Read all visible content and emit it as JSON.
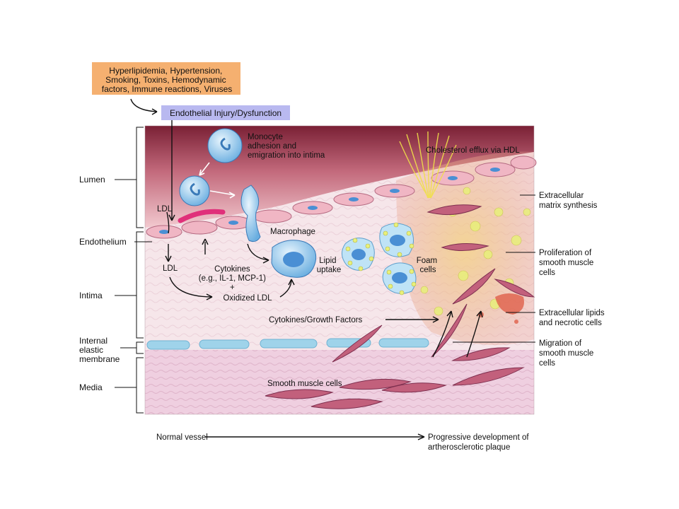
{
  "risk_factors": {
    "lines": [
      "Hyperlipidemia, Hypertension,",
      "Smoking, Toxins, Hemodynamic",
      "factors, Immune reactions, Viruses"
    ],
    "color": "#f5b070"
  },
  "injury": {
    "label": "Endothelial Injury/Dysfunction",
    "color": "#b9b9f0"
  },
  "layers": {
    "lumen": "Lumen",
    "endothelium": "Endothelium",
    "intima": "Intima",
    "iem": [
      "Internal",
      "elastic",
      "membrane"
    ],
    "media": "Media"
  },
  "annotations": {
    "monocyte": [
      "Monocyte",
      "adhesion and",
      "emigration into intima"
    ],
    "ldl_top": "LDL",
    "ldl_bottom": "LDL",
    "cytokines": [
      "Cytokines",
      "(e.g., IL-1, MCP-1)",
      "+",
      "Oxidized LDL"
    ],
    "macrophage": "Macrophage",
    "lipid_uptake": [
      "Lipid",
      "uptake"
    ],
    "foam_cells": [
      "Foam",
      "cells"
    ],
    "cholesterol_efflux": "Cholesterol efflux via HDL",
    "growth_factors": "Cytokines/Growth Factors",
    "smooth_muscle": "Smooth muscle cells"
  },
  "right_labels": {
    "ecm": [
      "Extracellular",
      "matrix synthesis"
    ],
    "proliferation": [
      "Proliferation of",
      "smooth muscle",
      "cells"
    ],
    "lipids": [
      "Extracellular lipids",
      "and necrotic cells"
    ],
    "migration": [
      "Migration of",
      "smooth muscle",
      "cells"
    ]
  },
  "bottom": {
    "normal": "Normal vessel",
    "progressive": [
      "Progressive development of",
      "artherosclerotic plaque"
    ]
  },
  "colors": {
    "lumen_top": "#7a2035",
    "lumen_bottom": "#f2c9cf",
    "intima": "#f6e6ea",
    "media": "#efcfe0",
    "membrane": "#9fd3ea",
    "cell_blue": "#a9d6f3",
    "nucleus": "#4a8fd4",
    "smooth_muscle": "#c2607c",
    "foam_yellow": "#e8f07a"
  }
}
